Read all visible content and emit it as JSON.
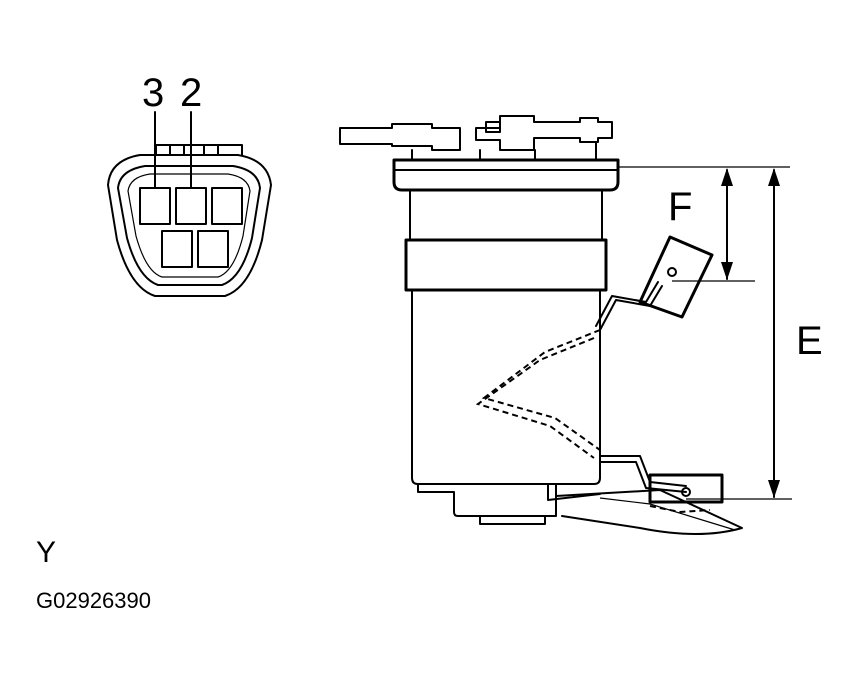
{
  "labels": {
    "pin_3": "3",
    "pin_2": "2",
    "dim_f": "F",
    "dim_e": "E",
    "view_y": "Y",
    "figure_code": "G02926390"
  }
}
